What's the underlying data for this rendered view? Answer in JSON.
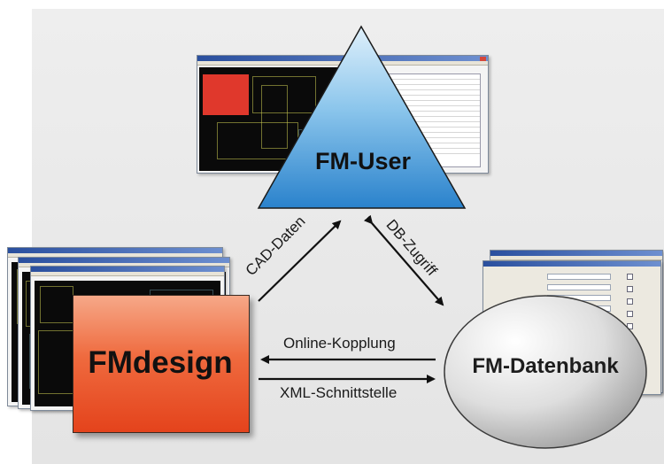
{
  "nodes": {
    "fm_user": "FM-User",
    "fmdesign": "FMdesign",
    "fm_datenbank": "FM-Datenbank"
  },
  "connections": {
    "cad_daten": "CAD-Daten",
    "db_zugriff": "DB-Zugriff",
    "online_kopplung": "Online-Kopplung",
    "xml_schnittstelle": "XML-Schnittstelle"
  },
  "colors": {
    "fm_user_fill": "#3b94d6",
    "fmdesign_fill": "#e4431c",
    "fm_datenbank_fill": "#c9c9c9",
    "arrow": "#111111"
  },
  "icons": {
    "fm_user_background": "application-screenshot-icon",
    "fmdesign_background": "cad-screenshot-icon",
    "fm_datenbank_background": "database-form-screenshot-icon"
  }
}
